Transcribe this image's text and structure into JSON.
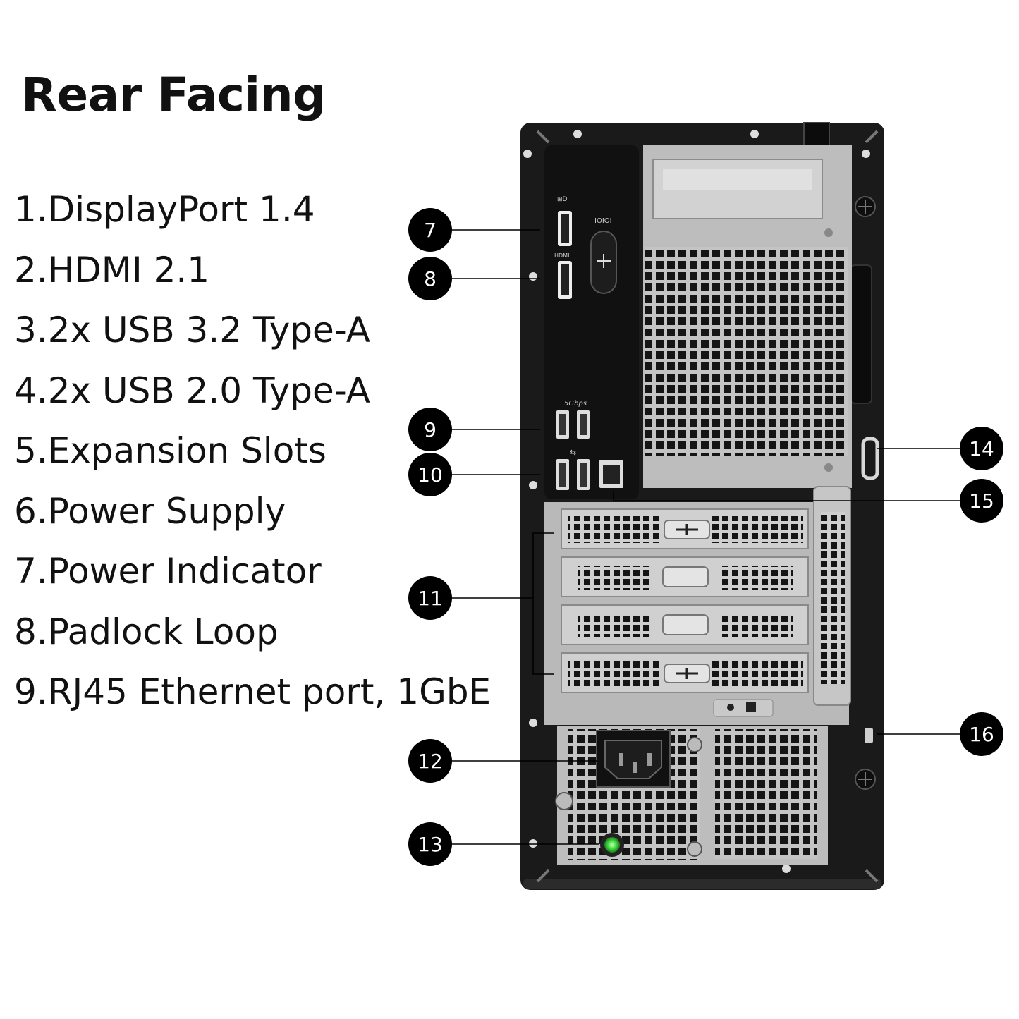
{
  "title": "Rear Facing",
  "features": [
    "1.DisplayPort 1.4",
    "2.HDMI 2.1",
    "3.2x USB 3.2 Type-A",
    "4.2x USB 2.0 Type-A",
    "5.Expansion Slots",
    "6.Power Supply",
    "7.Power Indicator",
    "8.Padlock Loop",
    "9.RJ45 Ethernet port, 1GbE"
  ],
  "callouts": [
    "7",
    "8",
    "9",
    "10",
    "11",
    "12",
    "13",
    "14",
    "15",
    "16"
  ],
  "port_labels": {
    "hdmi": "HDMI",
    "usb_speed": "5Gbps",
    "serial": "IOIOI"
  },
  "colors": {
    "chassis": "#1a1a1a",
    "panel": "#b9b9b9",
    "io_plate": "#111111",
    "power_led": "#3fd93f",
    "callout": "#000000"
  },
  "icons": [
    "displayport-icon",
    "hdmi-icon",
    "usb-icon",
    "ethernet-icon",
    "power-led-icon",
    "padlock-icon"
  ]
}
